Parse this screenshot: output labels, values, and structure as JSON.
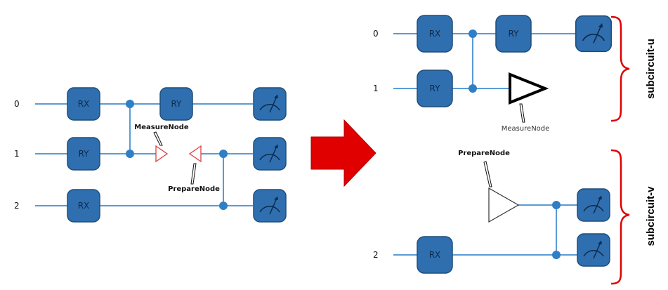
{
  "original_circuit": {
    "qubits": [
      "0",
      "1",
      "2"
    ],
    "gates": [
      {
        "label": "RX",
        "qubit": "0"
      },
      {
        "label": "RY",
        "qubit": "0"
      },
      {
        "label": "RY",
        "qubit": "1"
      },
      {
        "label": "RX",
        "qubit": "2"
      }
    ],
    "measure_node_label": "MeasureNode",
    "prepare_node_label": "PrepareNode"
  },
  "subcircuit_u": {
    "title": "subcircuit-u",
    "qubits": [
      "0",
      "1"
    ],
    "gates": [
      {
        "label": "RX",
        "qubit": "0"
      },
      {
        "label": "RY",
        "qubit": "0"
      },
      {
        "label": "RY",
        "qubit": "1"
      }
    ],
    "measure_node_label": "MeasureNode"
  },
  "subcircuit_v": {
    "title": "subcircuit-v",
    "qubits": [
      "2"
    ],
    "gates": [
      {
        "label": "RX",
        "qubit": "2"
      }
    ],
    "prepare_node_label": "PrepareNode"
  },
  "colors": {
    "wire": "#5b9bd5",
    "gate": "#2f6fb0",
    "arrow": "#e00000",
    "brace": "#e00000",
    "measure_node_original": "#e04040"
  },
  "icons": [
    "measurement-meter-icon",
    "right-arrow-icon",
    "curly-brace-icon"
  ]
}
